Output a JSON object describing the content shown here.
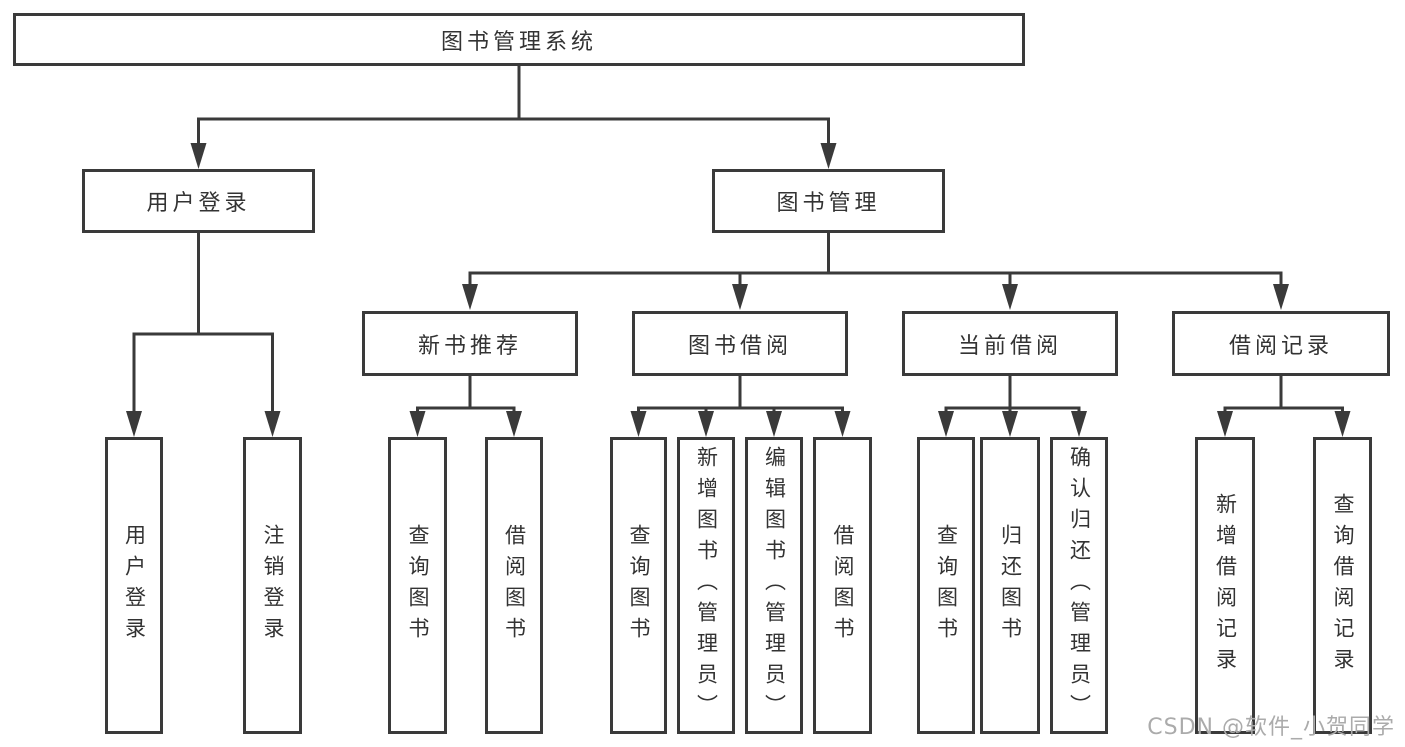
{
  "tree": {
    "label": "图书管理系统",
    "children": [
      {
        "label": "用户登录",
        "children": [
          {
            "label": "用户登录"
          },
          {
            "label": "注销登录"
          }
        ]
      },
      {
        "label": "图书管理",
        "children": [
          {
            "label": "新书推荐",
            "children": [
              {
                "label": "查询图书"
              },
              {
                "label": "借阅图书"
              }
            ]
          },
          {
            "label": "图书借阅",
            "children": [
              {
                "label": "查询图书"
              },
              {
                "label": "新增图书（管理员）"
              },
              {
                "label": "编辑图书（管理员）"
              },
              {
                "label": "借阅图书"
              }
            ]
          },
          {
            "label": "当前借阅",
            "children": [
              {
                "label": "查询图书"
              },
              {
                "label": "归还图书"
              },
              {
                "label": "确认归还（管理员）"
              }
            ]
          },
          {
            "label": "借阅记录",
            "children": [
              {
                "label": "新增借阅记录"
              },
              {
                "label": "查询借阅记录"
              }
            ]
          }
        ]
      }
    ]
  },
  "watermark": {
    "text": "CSDN @软件_小贺同学"
  },
  "colors": {
    "line": "#3a3a3a",
    "box_border": "#3a3a3a",
    "text": "#333333",
    "watermark": "#ababab",
    "background": "#ffffff"
  }
}
